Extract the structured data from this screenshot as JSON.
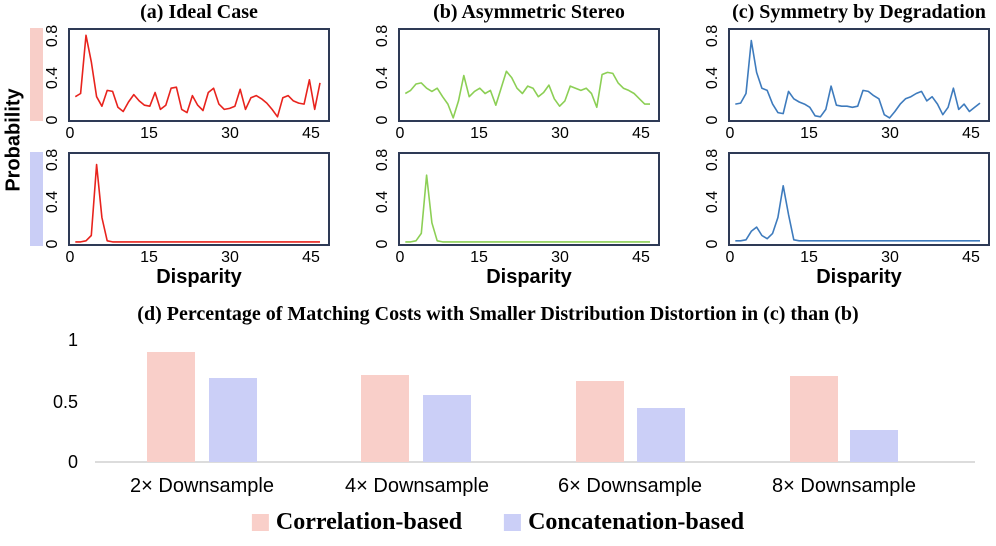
{
  "figure": {
    "y_axis_label": "Probability",
    "x_axis_label": "Disparity",
    "row1_swatch_color": "#f8cec8",
    "row2_swatch_color": "#cacef6",
    "plot_border_color": "#2e3a56"
  },
  "axes": {
    "y_tick_labels": [
      "0",
      "0.4",
      "0.8"
    ],
    "x_tick_labels": [
      "0",
      "15",
      "30",
      "45"
    ]
  },
  "chart_data": {
    "line_xlim": [
      0,
      48.5
    ],
    "line_ylim": [
      0,
      0.85
    ],
    "line_charts": [
      {
        "id": "a-top",
        "type": "line",
        "title": "(a) Ideal Case",
        "color": "#e8231d",
        "values": [
          0.22,
          0.25,
          0.8,
          0.55,
          0.22,
          0.13,
          0.28,
          0.27,
          0.12,
          0.08,
          0.17,
          0.24,
          0.18,
          0.14,
          0.13,
          0.26,
          0.1,
          0.14,
          0.3,
          0.31,
          0.1,
          0.07,
          0.23,
          0.14,
          0.09,
          0.26,
          0.3,
          0.15,
          0.1,
          0.11,
          0.13,
          0.29,
          0.1,
          0.21,
          0.23,
          0.2,
          0.16,
          0.1,
          0.03,
          0.21,
          0.23,
          0.18,
          0.16,
          0.15,
          0.38,
          0.1,
          0.35
        ]
      },
      {
        "id": "b-top",
        "type": "line",
        "title": "(b) Asymmetric Stereo",
        "color": "#8ccf55",
        "values": [
          0.25,
          0.28,
          0.34,
          0.35,
          0.3,
          0.27,
          0.3,
          0.22,
          0.15,
          0.02,
          0.18,
          0.42,
          0.22,
          0.27,
          0.3,
          0.25,
          0.28,
          0.14,
          0.3,
          0.46,
          0.4,
          0.3,
          0.25,
          0.32,
          0.3,
          0.22,
          0.26,
          0.33,
          0.2,
          0.13,
          0.18,
          0.32,
          0.3,
          0.28,
          0.3,
          0.25,
          0.12,
          0.43,
          0.45,
          0.44,
          0.35,
          0.3,
          0.28,
          0.25,
          0.2,
          0.15,
          0.15
        ]
      },
      {
        "id": "c-top",
        "type": "line",
        "title": "(c) Symmetry by Degradation",
        "color": "#3e7bbd",
        "values": [
          0.15,
          0.16,
          0.25,
          0.75,
          0.45,
          0.3,
          0.28,
          0.15,
          0.07,
          0.06,
          0.27,
          0.2,
          0.17,
          0.15,
          0.12,
          0.04,
          0.03,
          0.1,
          0.32,
          0.14,
          0.13,
          0.13,
          0.12,
          0.13,
          0.28,
          0.27,
          0.23,
          0.2,
          0.05,
          0.02,
          0.08,
          0.15,
          0.2,
          0.22,
          0.25,
          0.27,
          0.18,
          0.22,
          0.15,
          0.05,
          0.12,
          0.3,
          0.1,
          0.15,
          0.08,
          0.12,
          0.16
        ]
      },
      {
        "id": "a-bottom",
        "type": "line",
        "title": "",
        "color": "#e8231d",
        "values": [
          0.02,
          0.02,
          0.03,
          0.08,
          0.75,
          0.25,
          0.03,
          0.02,
          0.02,
          0.02,
          0.02,
          0.02,
          0.02,
          0.02,
          0.02,
          0.02,
          0.02,
          0.02,
          0.02,
          0.02,
          0.02,
          0.02,
          0.02,
          0.02,
          0.02,
          0.02,
          0.02,
          0.02,
          0.02,
          0.02,
          0.02,
          0.02,
          0.02,
          0.02,
          0.02,
          0.02,
          0.02,
          0.02,
          0.02,
          0.02,
          0.02,
          0.02,
          0.02,
          0.02,
          0.02,
          0.02,
          0.02
        ]
      },
      {
        "id": "b-bottom",
        "type": "line",
        "title": "",
        "color": "#8ccf55",
        "values": [
          0.02,
          0.02,
          0.03,
          0.1,
          0.65,
          0.2,
          0.03,
          0.02,
          0.02,
          0.02,
          0.02,
          0.02,
          0.02,
          0.02,
          0.02,
          0.02,
          0.02,
          0.02,
          0.02,
          0.02,
          0.02,
          0.02,
          0.02,
          0.02,
          0.02,
          0.02,
          0.02,
          0.02,
          0.02,
          0.02,
          0.02,
          0.02,
          0.02,
          0.02,
          0.02,
          0.02,
          0.02,
          0.02,
          0.02,
          0.02,
          0.02,
          0.02,
          0.02,
          0.02,
          0.02,
          0.02,
          0.02
        ]
      },
      {
        "id": "c-bottom",
        "type": "line",
        "title": "",
        "color": "#3e7bbd",
        "values": [
          0.03,
          0.03,
          0.04,
          0.12,
          0.16,
          0.08,
          0.05,
          0.1,
          0.25,
          0.55,
          0.28,
          0.04,
          0.03,
          0.03,
          0.03,
          0.03,
          0.03,
          0.03,
          0.03,
          0.03,
          0.03,
          0.03,
          0.03,
          0.03,
          0.03,
          0.03,
          0.03,
          0.03,
          0.03,
          0.03,
          0.03,
          0.03,
          0.03,
          0.03,
          0.03,
          0.03,
          0.03,
          0.03,
          0.03,
          0.03,
          0.03,
          0.03,
          0.03,
          0.03,
          0.03,
          0.03,
          0.03
        ]
      }
    ],
    "bar_chart": {
      "type": "bar",
      "title": "(d) Percentage of Matching Costs with Smaller Distribution Distortion in (c) than (b)",
      "categories": [
        "2× Downsample",
        "4× Downsample",
        "6× Downsample",
        "8× Downsample"
      ],
      "series": [
        {
          "name": "Correlation-based",
          "color": "#f9cfc9",
          "values": [
            0.88,
            0.7,
            0.65,
            0.69
          ]
        },
        {
          "name": "Concatenation-based",
          "color": "#cbcff7",
          "values": [
            0.67,
            0.54,
            0.43,
            0.26
          ]
        }
      ],
      "y_ticks": [
        "1",
        "0.5",
        "0"
      ],
      "ylim": [
        0,
        1
      ],
      "grid": false,
      "legend_position": "bottom"
    }
  },
  "legend": {
    "items": [
      {
        "label": "Correlation-based",
        "color": "#f9cfc9"
      },
      {
        "label": "Concatenation-based",
        "color": "#cbcff7"
      }
    ]
  }
}
